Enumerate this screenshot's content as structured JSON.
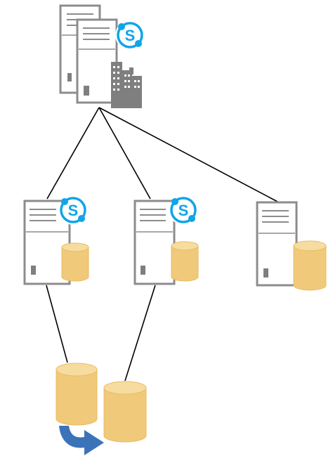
{
  "diagram": {
    "title": "",
    "nodes": [
      {
        "id": "front-end-pool",
        "kind": "server-stack-on-premises",
        "badge": "skype"
      },
      {
        "id": "server-a",
        "kind": "server-with-database",
        "badge": "skype"
      },
      {
        "id": "server-b",
        "kind": "server-with-database",
        "badge": "skype"
      },
      {
        "id": "server-c",
        "kind": "server-with-database",
        "badge": ""
      },
      {
        "id": "db-primary",
        "kind": "database"
      },
      {
        "id": "db-mirror",
        "kind": "database"
      }
    ],
    "connections": [
      {
        "from": "front-end-pool",
        "to": "server-a"
      },
      {
        "from": "front-end-pool",
        "to": "server-b"
      },
      {
        "from": "front-end-pool",
        "to": "server-c"
      },
      {
        "from": "server-a",
        "to": "db-primary"
      },
      {
        "from": "server-b",
        "to": "db-mirror"
      }
    ],
    "replication": {
      "from": "db-primary",
      "to": "db-mirror",
      "icon": "curved-arrow-icon"
    },
    "badge_text": "S"
  },
  "colors": {
    "server_outline": "#8c8c8c",
    "server_fill": "#ffffff",
    "database_fill": "#f0c97a",
    "database_top": "#f7dca0",
    "database_edge": "#e8bc62",
    "skype_blue": "#0ea5e9",
    "arrow_blue": "#3b73b9",
    "building_gray": "#7f7f7f",
    "connector": "#000000"
  }
}
